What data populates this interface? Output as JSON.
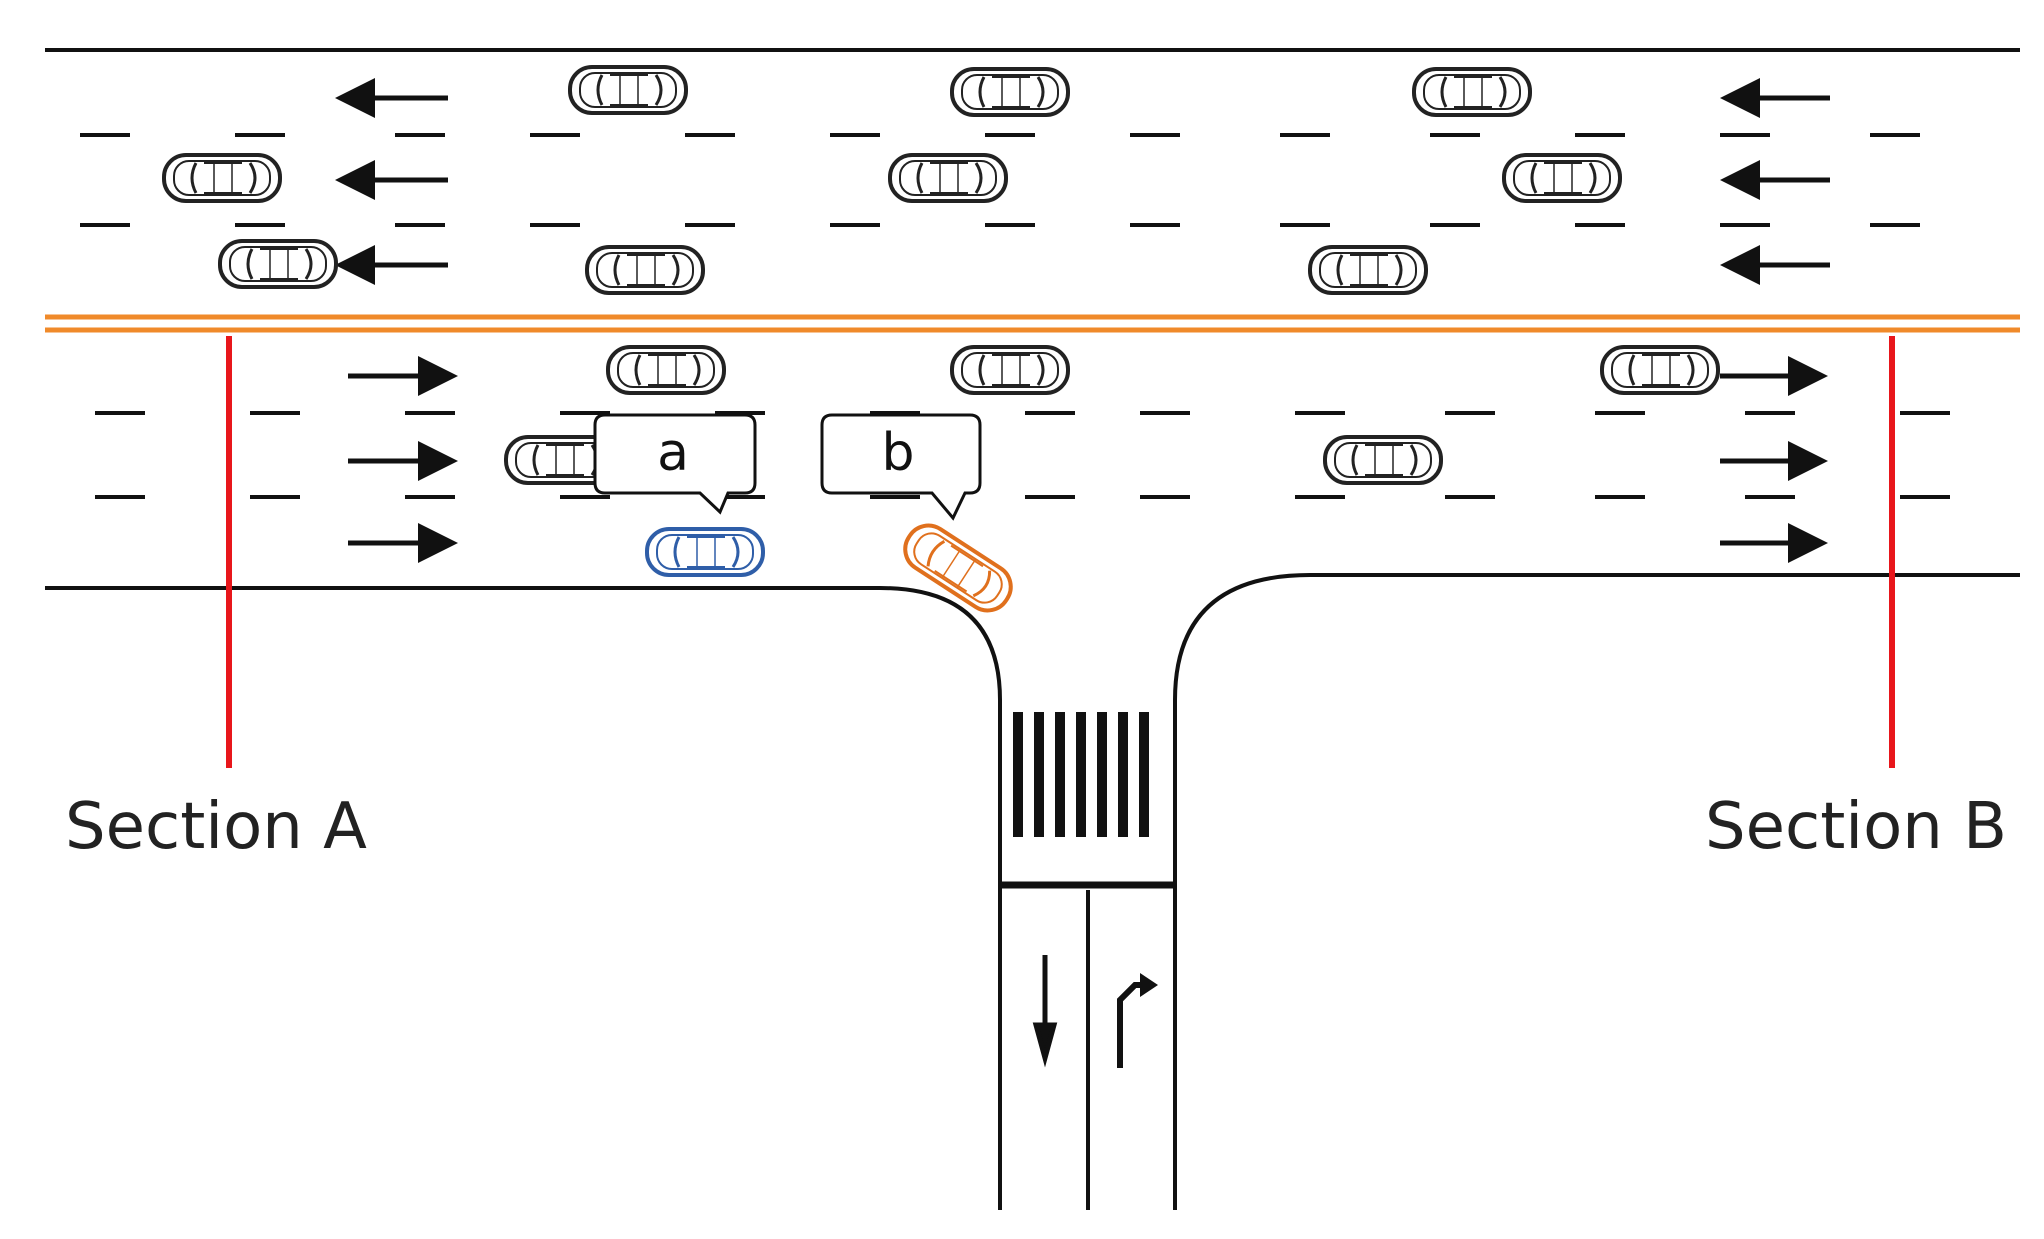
{
  "labels": {
    "section_a": "Section A",
    "section_b": "Section B",
    "callout_a": "a",
    "callout_b": "b"
  },
  "colors": {
    "road_line": "#111111",
    "center_line": "#f08a2a",
    "section_marker": "#e8161b",
    "vehicle_a": "#2f5ea8",
    "vehicle_b": "#e0701d",
    "background_vehicles": "#222222"
  },
  "icons": {
    "vehicle": "car-icon",
    "westbound_arrow": "arrow-left-icon",
    "eastbound_arrow": "arrow-right-icon",
    "straight_arrow": "arrow-down-icon",
    "turn_arrow": "arrow-turn-right-icon"
  }
}
